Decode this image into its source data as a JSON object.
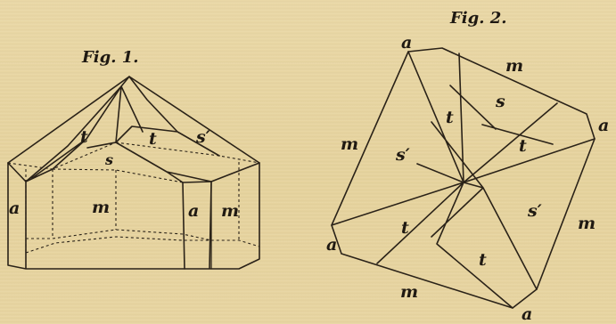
{
  "figures": {
    "fig1": {
      "caption": "Fig. 1.",
      "labels": {
        "t_left": "t",
        "t_right": "t",
        "s": "s",
        "s_prime": "s′",
        "a_left": "a",
        "m_center": "m",
        "a_right": "a",
        "m_right": "m"
      }
    },
    "fig2": {
      "caption": "Fig. 2.",
      "labels": {
        "a_top": "a",
        "m_top": "m",
        "a_right": "a",
        "m_left": "m",
        "m_right": "m",
        "a_left": "a",
        "m_bottom": "m",
        "a_bottom": "a",
        "t_upper": "t",
        "s_upper": "s",
        "s_prime_left": "s′",
        "t_right": "t",
        "s_prime_right": "s′",
        "t_lower_left": "t",
        "t_lower_right": "t"
      }
    }
  }
}
